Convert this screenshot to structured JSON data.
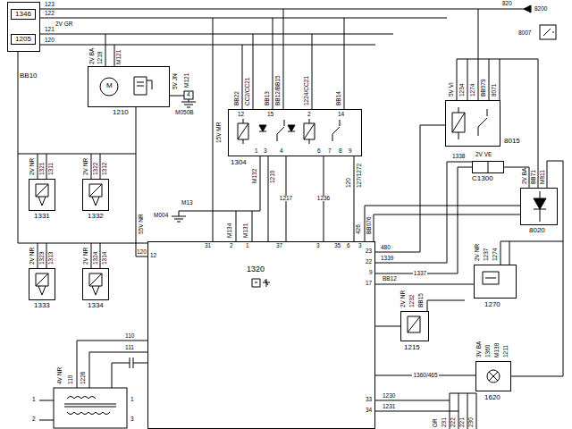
{
  "diagram": {
    "nodes": [
      {
        "text": [
          "BB10"
        ]
      },
      {
        "text": [
          "1346"
        ],
        "in": 0
      },
      {
        "text": [
          "1205"
        ],
        "in": 0
      },
      {
        "text": [
          "1210"
        ]
      },
      {
        "text": [
          "1304"
        ]
      },
      {
        "text": [
          "8015"
        ]
      },
      {
        "text": [
          "C1300"
        ]
      },
      {
        "text": [
          "8020"
        ]
      },
      {
        "text": [
          "1331"
        ]
      },
      {
        "text": [
          "1332"
        ]
      },
      {
        "text": [
          "1333"
        ]
      },
      {
        "text": [
          "1334"
        ]
      },
      {
        "text": [
          "1320"
        ]
      },
      {
        "text": [
          "1215"
        ]
      },
      {
        "text": [
          "1270"
        ]
      },
      {
        "text": [
          "1620"
        ]
      }
    ],
    "edges": [
      {
        "from": 4,
        "to": 12,
        "arrow": "none",
        "label": "1217"
      },
      {
        "from": 4,
        "to": 12,
        "arrow": "none",
        "label": "1236"
      },
      {
        "from": 6,
        "to": 12,
        "arrow": "none",
        "label": "1337"
      },
      {
        "from": 14,
        "to": 12,
        "arrow": "none"
      },
      {
        "from": 13,
        "to": 12,
        "arrow": "none"
      },
      {
        "from": 15,
        "to": 12,
        "arrow": "none",
        "label": "1360/465"
      }
    ],
    "labels": [
      "123",
      "122",
      "2V GR",
      "121",
      "120",
      "820",
      "8200",
      "8007",
      "2V BA",
      "1218",
      "M121",
      "M",
      "5V JN",
      "M121",
      "4",
      "M050B",
      "15V MR",
      "BB22",
      "CC2/CC21",
      "BB13",
      "BB12/BB15",
      "1224/CC21",
      "BB14",
      "12",
      "15",
      "2",
      "14",
      "1",
      "3",
      "4",
      "6",
      "7",
      "8",
      "9",
      "M132",
      "1210",
      "120",
      "127/1272",
      "5V VI",
      "1234",
      "1274",
      "BB079",
      "8071",
      "2V VE",
      "1338",
      "2V BA",
      "BB71",
      "M811",
      "2V NR",
      "1321",
      "1311",
      "2V NR",
      "1322",
      "1312",
      "2V NR",
      "1323",
      "1313",
      "2V NR",
      "1324",
      "1314",
      "55V NR",
      "M13",
      "M004",
      "M134",
      "M131",
      "31",
      "2",
      "1",
      "37",
      "3",
      "35",
      "6",
      "3",
      "426",
      "BB076",
      "120",
      "12",
      "480",
      "1339",
      "BB12",
      "23",
      "22",
      "9",
      "17",
      "2V NR",
      "1232",
      "BB15",
      "2V NR",
      "1237",
      "1274",
      "3V BA",
      "1360",
      "M138",
      "1211",
      "1230",
      "1231",
      "33",
      "34",
      "GR",
      "231",
      "222",
      "221",
      "230",
      "4V NR",
      "110",
      "1226",
      "110",
      "111",
      "1",
      "2",
      "1",
      "3"
    ]
  }
}
